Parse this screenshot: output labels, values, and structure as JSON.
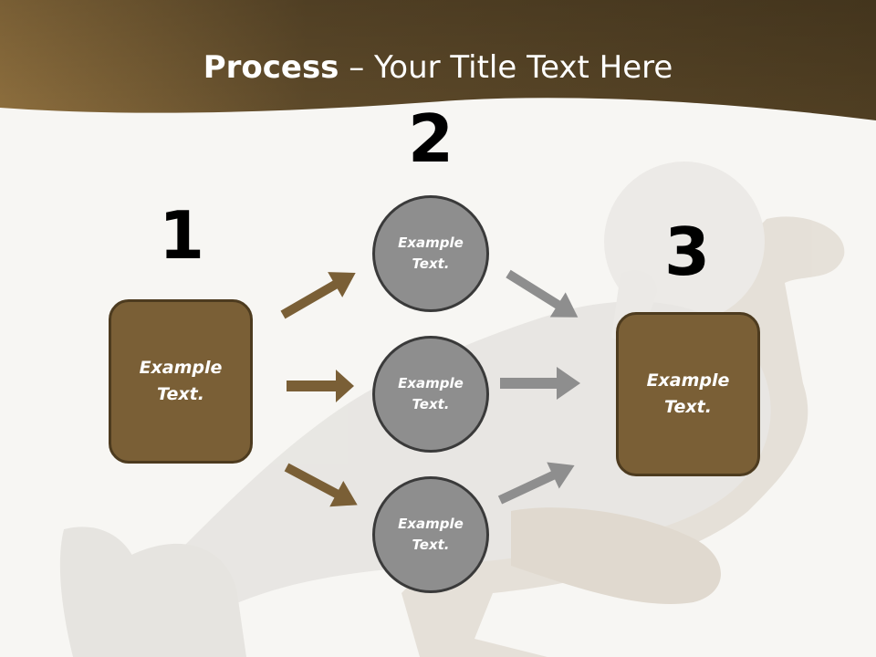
{
  "slide": {
    "title_bold": "Process",
    "title_rest": " – Your Title Text Here",
    "accent_color": "#7a5f36",
    "circle_color": "#8e8e8e"
  },
  "steps": {
    "step1": {
      "number": "1",
      "text": "Example Text."
    },
    "step2": {
      "number": "2",
      "circles": [
        "Example Text.",
        "Example Text.",
        "Example Text."
      ]
    },
    "step3": {
      "number": "3",
      "text": "Example Text."
    }
  }
}
